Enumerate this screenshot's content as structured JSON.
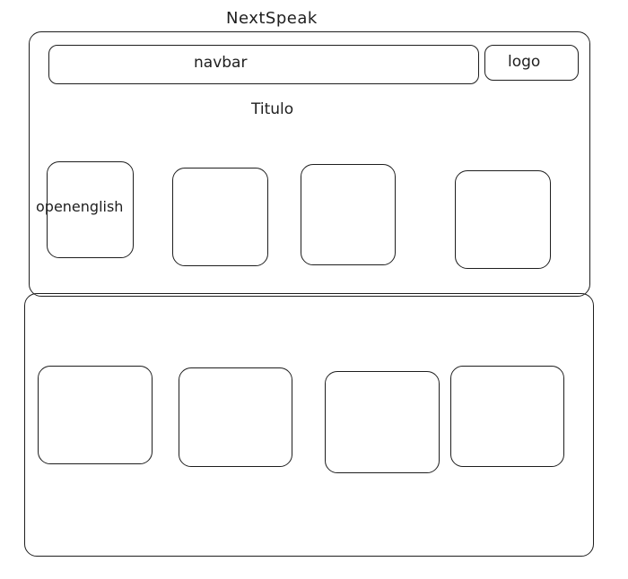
{
  "app_title": "NextSpeak",
  "header": {
    "navbar_label": "navbar",
    "logo_label": "logo"
  },
  "hero": {
    "title": "Titulo",
    "cards": [
      {
        "label": "openenglish"
      },
      {
        "label": ""
      },
      {
        "label": ""
      },
      {
        "label": ""
      }
    ]
  },
  "lower_section": {
    "cards": [
      {
        "label": ""
      },
      {
        "label": ""
      },
      {
        "label": ""
      },
      {
        "label": ""
      }
    ]
  },
  "colors": {
    "stroke": "#1e1e1e",
    "background": "#ffffff"
  }
}
